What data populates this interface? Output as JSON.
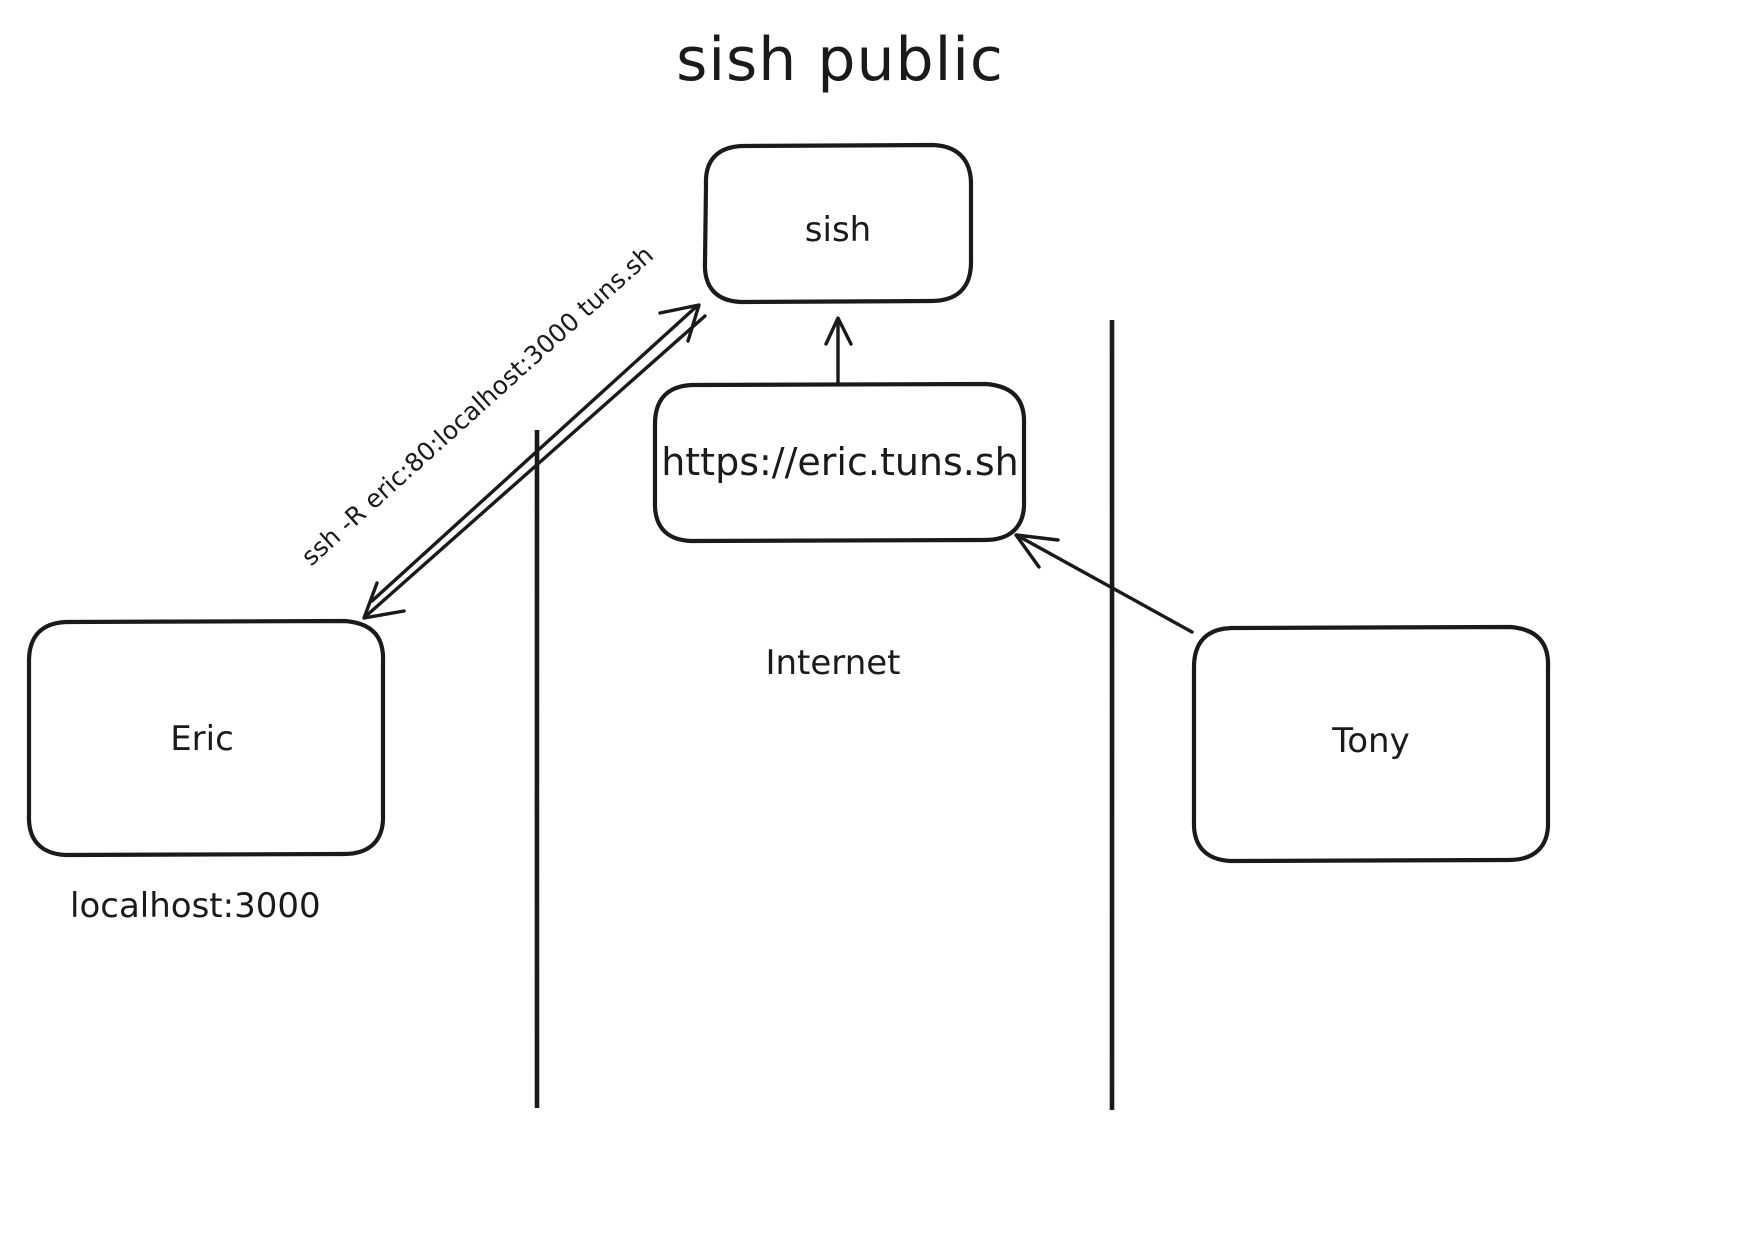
{
  "diagram": {
    "title": "sish public",
    "background_color": "#ffffff",
    "stroke_color": "#1a1a1a",
    "nodes": [
      {
        "id": "sish",
        "label": "sish",
        "shape": "rounded-rect"
      },
      {
        "id": "url",
        "label": "https://eric.tuns.sh",
        "shape": "rounded-rect"
      },
      {
        "id": "eric",
        "label": "Eric",
        "shape": "rounded-rect"
      },
      {
        "id": "tony",
        "label": "Tony",
        "shape": "rounded-rect"
      }
    ],
    "captions": [
      {
        "id": "eric-address",
        "label": "localhost:3000"
      },
      {
        "id": "internet",
        "label": "Internet"
      }
    ],
    "edges": [
      {
        "id": "eric-sish",
        "from": "eric",
        "to": "sish",
        "label": "ssh -R eric:80:localhost:3000 tuns.sh",
        "arrow": "both"
      },
      {
        "id": "url-sish",
        "from": "url",
        "to": "sish",
        "label": "",
        "arrow": "to"
      },
      {
        "id": "tony-url",
        "from": "tony",
        "to": "url",
        "label": "",
        "arrow": "to"
      }
    ],
    "dividers": [
      {
        "id": "divider-left",
        "orientation": "vertical"
      },
      {
        "id": "divider-right",
        "orientation": "vertical"
      }
    ]
  }
}
